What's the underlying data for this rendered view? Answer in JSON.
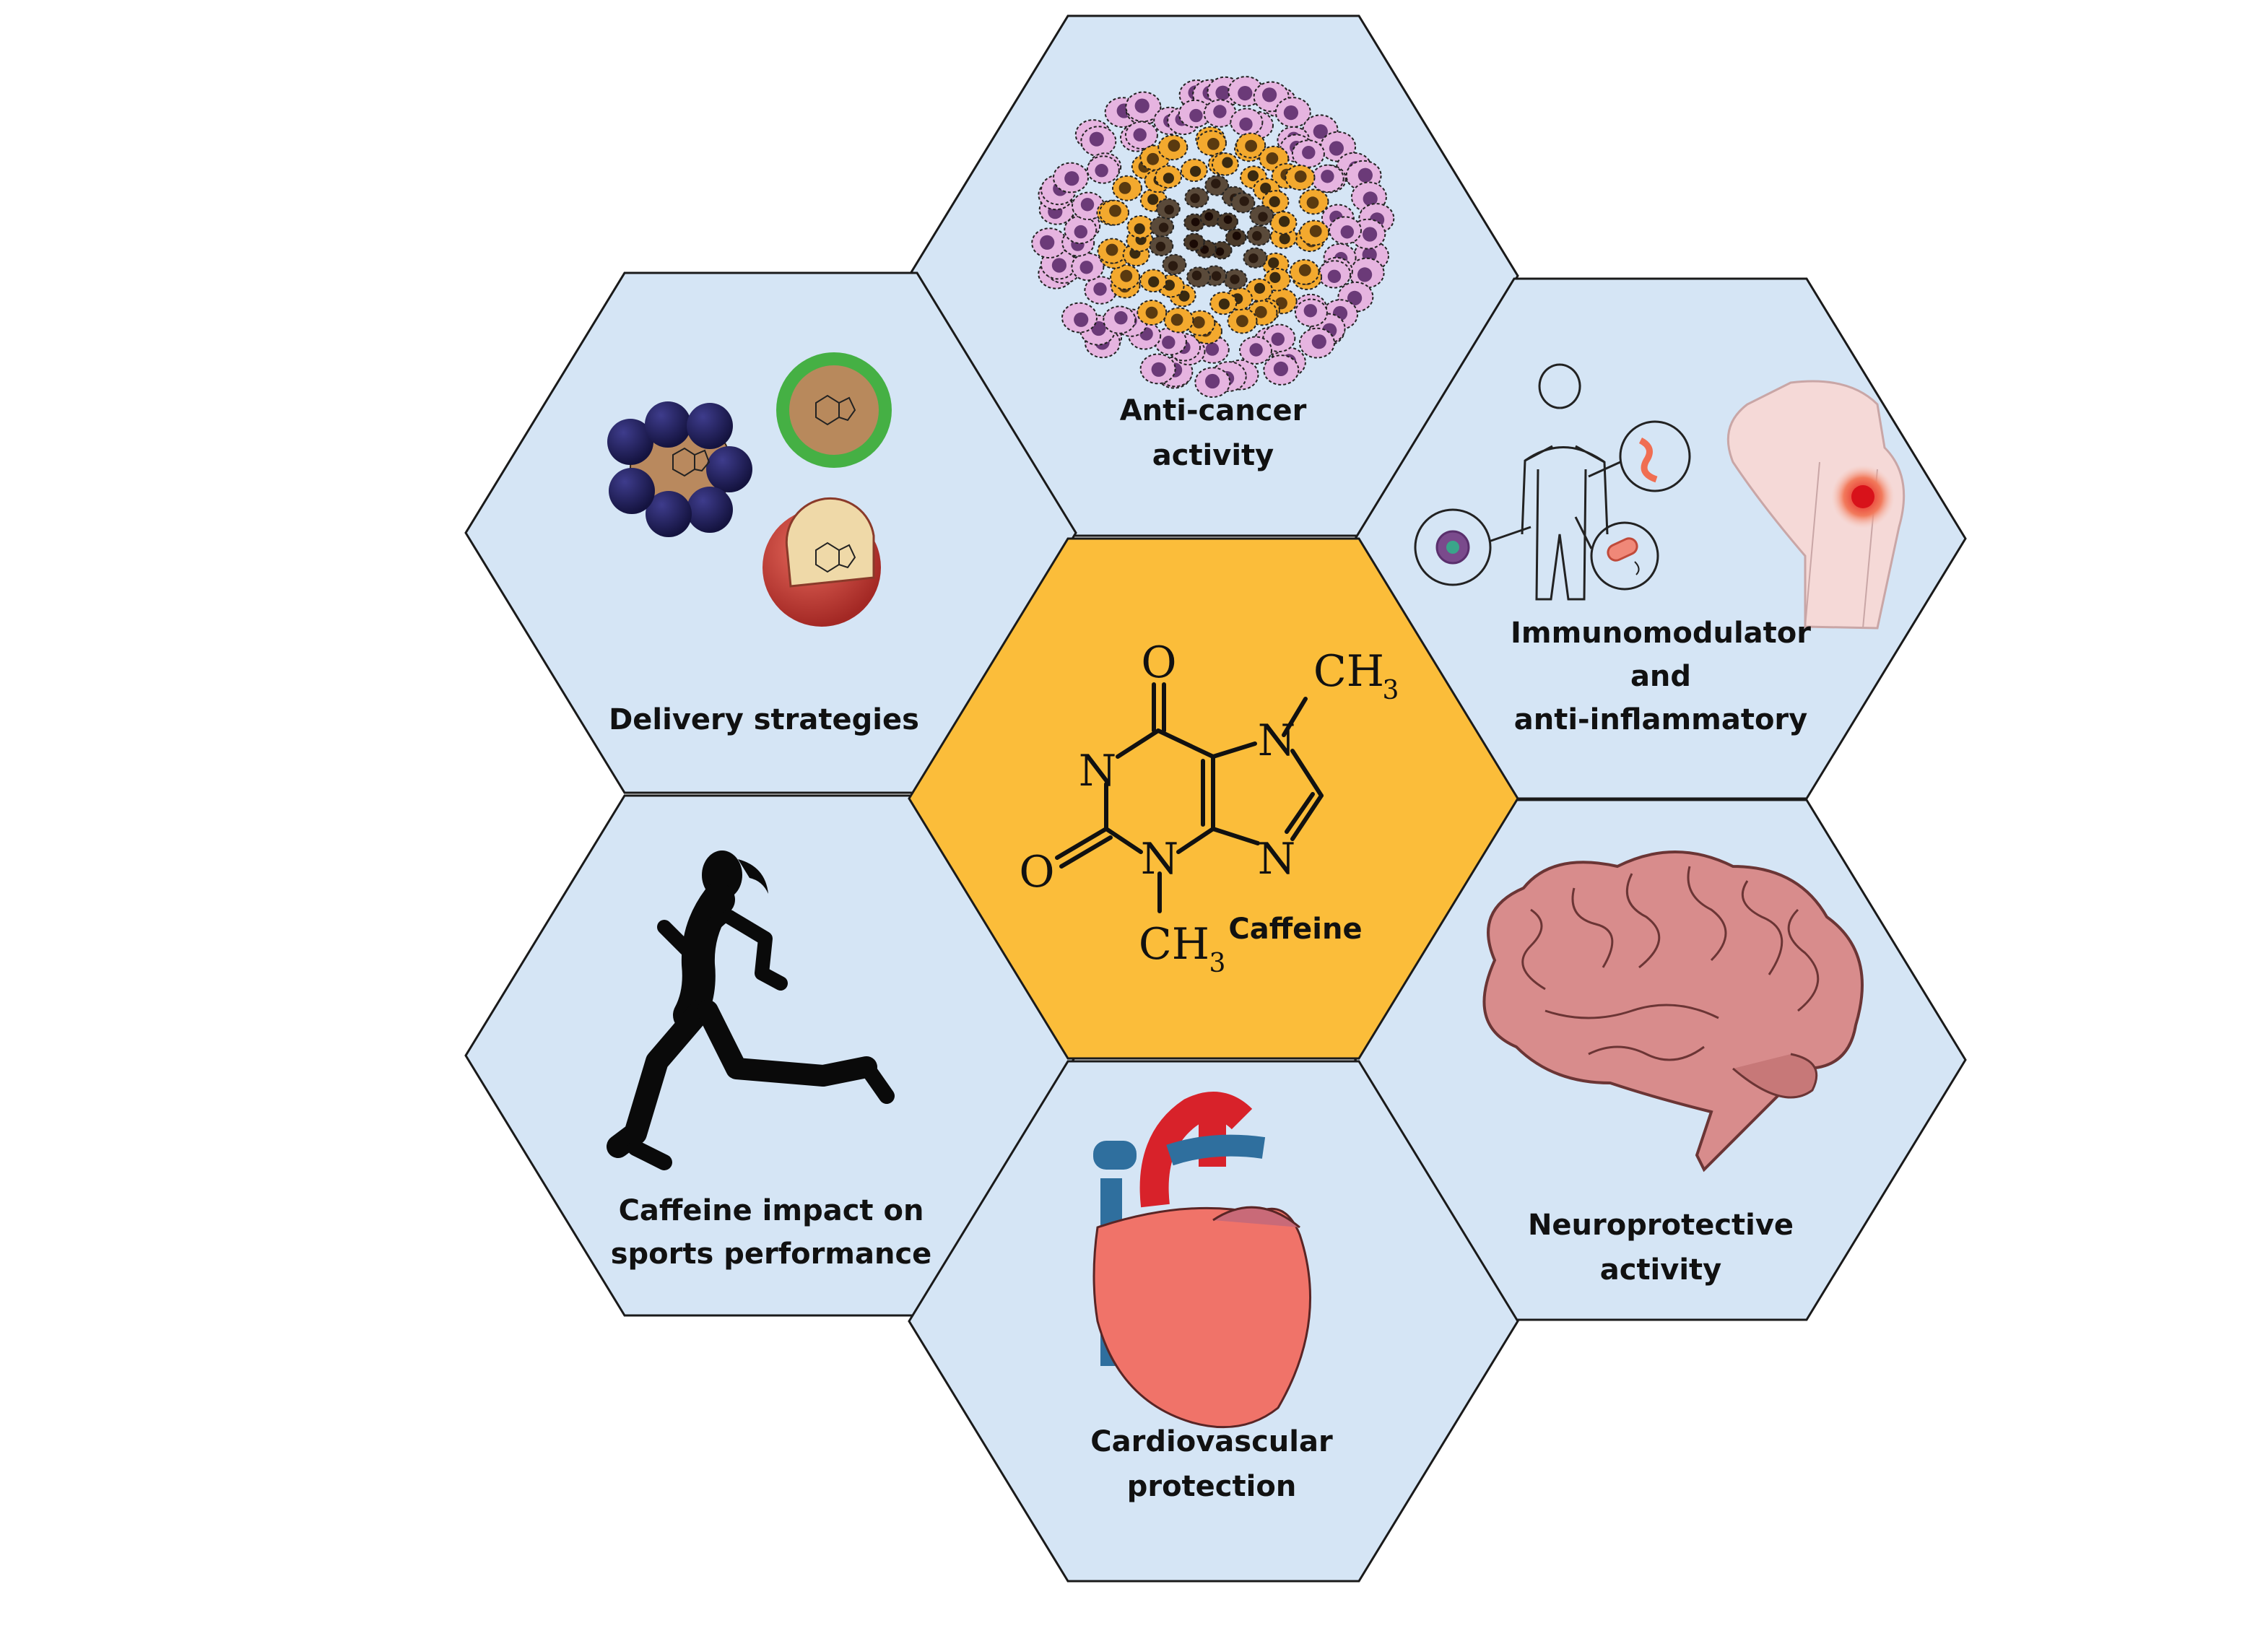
{
  "colors": {
    "hex_fill": "#d5e5f5",
    "center_fill": "#fbbd3a",
    "hex_stroke": "#1a1a1a"
  },
  "center": {
    "caption": "Caffeine",
    "atoms": {
      "o_top": "O",
      "o_left": "O",
      "n1": "N",
      "n3": "N",
      "n7": "N",
      "n9": "N",
      "methyl_top": "CH",
      "methyl_top_sub": "3",
      "methyl_bottom": "CH",
      "methyl_bottom_sub": "3"
    }
  },
  "hexagons": {
    "top": {
      "line1": "Anti-cancer",
      "line2": "activity",
      "icon": "tumor-cells-icon"
    },
    "upper_left": {
      "line1": "Delivery strategies",
      "icon": "nanoparticles-icon"
    },
    "upper_right": {
      "line1": "Immunomodulator",
      "line2": "and",
      "line3": "anti-inflammatory",
      "icon": "immune-body-icon"
    },
    "lower_left": {
      "line1": "Caffeine impact on",
      "line2": "sports performance",
      "icon": "runner-icon"
    },
    "lower_right": {
      "line1": "Neuroprotective",
      "line2": "activity",
      "icon": "brain-icon"
    },
    "bottom": {
      "line1": "Cardiovascular",
      "line2": "protection",
      "icon": "heart-icon"
    }
  }
}
